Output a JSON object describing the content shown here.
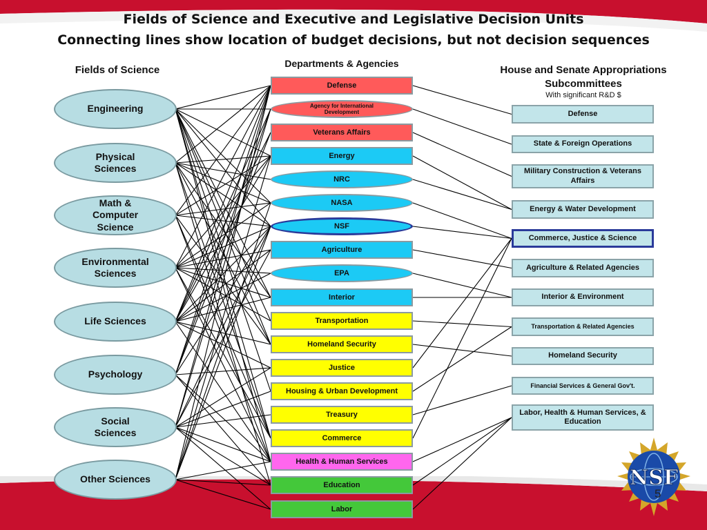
{
  "title_line1": "Fields of Science and Executive and Legislative Decision Units",
  "title_line2": "Connecting lines show location of budget decisions, but not decision sequences",
  "fields_heading": "Fields of Science",
  "agencies_heading": "Departments & Agencies",
  "subcommittees_heading": "House and Senate Appropriations Subcommittees",
  "subcommittees_note": "With significant R&D $",
  "fields": [
    "Engineering",
    "Physical\nSciences",
    "Math &\nComputer\nScience",
    "Environmental\nSciences",
    "Life Sciences",
    "Psychology",
    "Social\nSciences",
    "Other Sciences"
  ],
  "agencies": [
    {
      "label": "Defense",
      "color": "#ff5a5a"
    },
    {
      "label": "Agency for International Development",
      "color": "#ff5a5a"
    },
    {
      "label": "Veterans Affairs",
      "color": "#ff5a5a"
    },
    {
      "label": "Energy",
      "color": "#1ccaf5"
    },
    {
      "label": "NRC",
      "color": "#1ccaf5"
    },
    {
      "label": "NASA",
      "color": "#1ccaf5"
    },
    {
      "label": "NSF",
      "color": "#1ccaf5"
    },
    {
      "label": "Agriculture",
      "color": "#1ccaf5"
    },
    {
      "label": "EPA",
      "color": "#1ccaf5"
    },
    {
      "label": "Interior",
      "color": "#1ccaf5"
    },
    {
      "label": "Transportation",
      "color": "#ffff00"
    },
    {
      "label": "Homeland Security",
      "color": "#ffff00"
    },
    {
      "label": "Justice",
      "color": "#ffff00"
    },
    {
      "label": "Housing & Urban Development",
      "color": "#ffff00"
    },
    {
      "label": "Treasury",
      "color": "#ffff00"
    },
    {
      "label": "Commerce",
      "color": "#ffff00"
    },
    {
      "label": "Health & Human Services",
      "color": "#ff66ee"
    },
    {
      "label": "Education",
      "color": "#44c83a"
    },
    {
      "label": "Labor",
      "color": "#44c83a"
    }
  ],
  "subcommittees": [
    "Defense",
    "State & Foreign Operations",
    "Military Construction & Veterans Affairs",
    "Energy & Water Development",
    "Commerce, Justice & Science",
    "Agriculture & Related Agencies",
    "Interior & Environment",
    "Transportation & Related Agencies",
    "Homeland Security",
    "Financial Services & General Gov't.",
    "Labor, Health & Human Services, & Education"
  ],
  "field_agency_links": [
    [
      0,
      0
    ],
    [
      0,
      3
    ],
    [
      0,
      5
    ],
    [
      0,
      6
    ],
    [
      0,
      9
    ],
    [
      0,
      10
    ],
    [
      0,
      11
    ],
    [
      0,
      13
    ],
    [
      0,
      15
    ],
    [
      0,
      16
    ],
    [
      0,
      1
    ],
    [
      1,
      0
    ],
    [
      1,
      3
    ],
    [
      1,
      4
    ],
    [
      1,
      5
    ],
    [
      1,
      6
    ],
    [
      1,
      9
    ],
    [
      1,
      15
    ],
    [
      1,
      17
    ],
    [
      1,
      11
    ],
    [
      2,
      0
    ],
    [
      2,
      3
    ],
    [
      2,
      5
    ],
    [
      2,
      6
    ],
    [
      2,
      15
    ],
    [
      2,
      16
    ],
    [
      2,
      11
    ],
    [
      3,
      0
    ],
    [
      3,
      3
    ],
    [
      3,
      5
    ],
    [
      3,
      6
    ],
    [
      3,
      7
    ],
    [
      3,
      8
    ],
    [
      3,
      9
    ],
    [
      3,
      15
    ],
    [
      3,
      16
    ],
    [
      3,
      10
    ],
    [
      4,
      0
    ],
    [
      4,
      2
    ],
    [
      4,
      3
    ],
    [
      4,
      6
    ],
    [
      4,
      7
    ],
    [
      4,
      8
    ],
    [
      4,
      9
    ],
    [
      4,
      11
    ],
    [
      4,
      16
    ],
    [
      4,
      12
    ],
    [
      4,
      1
    ],
    [
      5,
      0
    ],
    [
      5,
      2
    ],
    [
      5,
      6
    ],
    [
      5,
      12
    ],
    [
      5,
      16
    ],
    [
      5,
      17
    ],
    [
      5,
      1
    ],
    [
      6,
      0
    ],
    [
      6,
      1
    ],
    [
      6,
      6
    ],
    [
      6,
      7
    ],
    [
      6,
      12
    ],
    [
      6,
      13
    ],
    [
      6,
      16
    ],
    [
      6,
      17
    ],
    [
      6,
      18
    ],
    [
      6,
      14
    ],
    [
      7,
      0
    ],
    [
      7,
      3
    ],
    [
      7,
      5
    ],
    [
      7,
      6
    ],
    [
      7,
      16
    ],
    [
      7,
      17
    ],
    [
      7,
      18
    ]
  ],
  "agency_subcommittee_links": [
    [
      0,
      0
    ],
    [
      1,
      1
    ],
    [
      2,
      2
    ],
    [
      3,
      3
    ],
    [
      4,
      3
    ],
    [
      5,
      4
    ],
    [
      6,
      4
    ],
    [
      7,
      5
    ],
    [
      8,
      6
    ],
    [
      9,
      6
    ],
    [
      10,
      7
    ],
    [
      11,
      8
    ],
    [
      12,
      4
    ],
    [
      13,
      7
    ],
    [
      14,
      9
    ],
    [
      15,
      4
    ],
    [
      16,
      10
    ],
    [
      17,
      10
    ],
    [
      18,
      10
    ]
  ],
  "logo_text": "NSF",
  "page_number": "5",
  "colors": {
    "field_fill": "#b7dde3",
    "subcommittee_fill": "#c2e5ea",
    "highlight_border": "#2a3a9a",
    "swoosh_red": "#c8102e"
  }
}
